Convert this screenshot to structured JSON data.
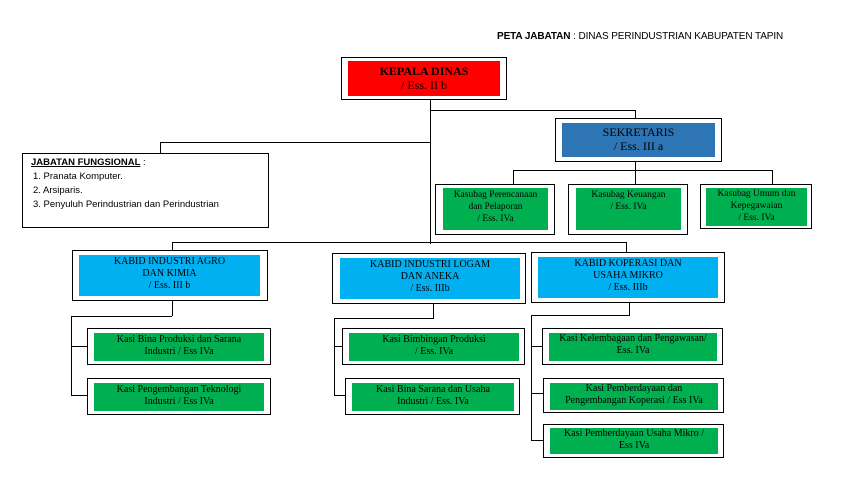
{
  "header": {
    "title_bold": "PETA JABATAN",
    "title_rest": " : DINAS PERINDUSTRIAN KABUPATEN TAPIN"
  },
  "colors": {
    "head": "#ff0000",
    "secretary": "#2e75b6",
    "division": "#00b0f0",
    "section": "#00b050"
  },
  "head": {
    "line1": "KEPALA DINAS",
    "line2": "/ Ess. II b"
  },
  "secretary": {
    "line1": "SEKRETARIS",
    "line2": "/  Ess. III a"
  },
  "functional": {
    "heading": "JABATAN FUNGSIONAL",
    "heading_suffix": " :",
    "items": [
      "1.  Pranata Komputer.",
      "2.  Arsiparis.",
      "3.  Penyuluh Perindustrian dan Perindustrian"
    ]
  },
  "subdivisions": [
    {
      "lines": [
        "Kasubag Perencanaan",
        "dan Pelaporan",
        "/  Ess. IVa"
      ]
    },
    {
      "lines": [
        "Kasubag Keuangan",
        "/  Ess. IVa"
      ]
    },
    {
      "lines": [
        "Kasubag Umum dan",
        "Kepegawaian",
        "/  Ess. IVa"
      ]
    }
  ],
  "divisions": [
    {
      "lines": [
        "KABID INDUSTRI AGRO",
        "DAN KIMIA",
        "/  Ess. III b"
      ],
      "sections": [
        {
          "lines": [
            "Kasi Bina Produksi dan Sarana",
            "Industri /  Ess IVa"
          ]
        },
        {
          "lines": [
            "Kasi Pengembangan Teknologi",
            "Industri /  Ess IVa"
          ]
        }
      ]
    },
    {
      "lines": [
        "KABID INDUSTRI LOGAM",
        "DAN ANEKA",
        "/ Ess. IIIb"
      ],
      "sections": [
        {
          "lines": [
            "Kasi Bimbingan Produksi",
            "/ Ess. IVa"
          ]
        },
        {
          "lines": [
            "Kasi Bina Sarana dan Usaha",
            "Industri / Ess. IVa"
          ]
        }
      ]
    },
    {
      "lines": [
        "KABID KOPERASI DAN",
        "USAHA MIKRO",
        "/ Ess. IIIb"
      ],
      "sections": [
        {
          "lines": [
            "Kasi Kelembagaan dan Pengawasan/",
            "Ess. IVa"
          ]
        },
        {
          "lines": [
            "Kasi Pemberdayaan dan",
            "Pengembangan Koperasi /  Ess IVa"
          ]
        },
        {
          "lines": [
            "Kasi Pemberdayaan Usaha Mikro /",
            "Ess IVa"
          ]
        }
      ]
    }
  ]
}
